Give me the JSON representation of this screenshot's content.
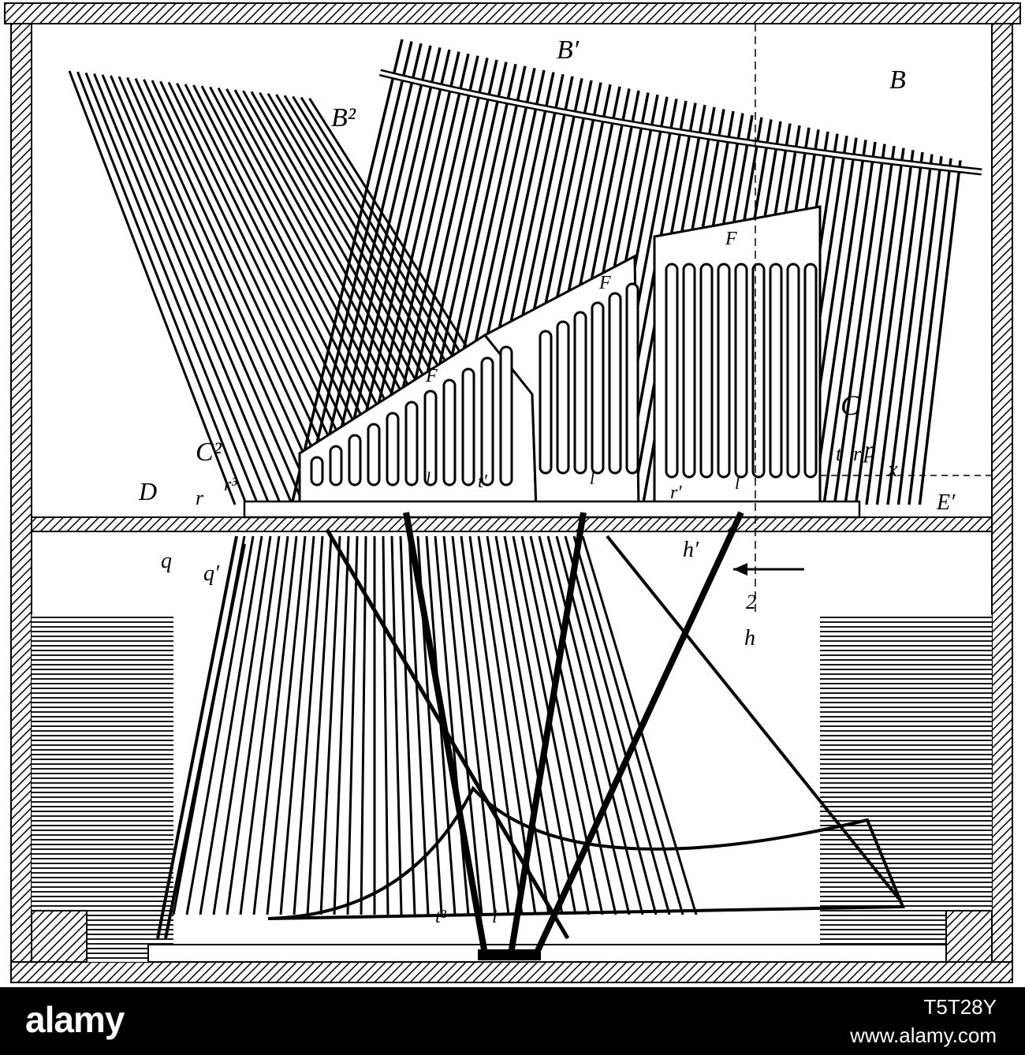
{
  "labels": {
    "B": "B",
    "B_prime": "B′",
    "B2": "B²",
    "C": "C",
    "C2": "C²",
    "D": "D",
    "E_prime": "E′",
    "F": "F",
    "r": "r",
    "r3": "r³",
    "r_prime": "r′",
    "t": "t",
    "t_prime": "t′",
    "t2": "t²",
    "i": "i",
    "l": "l",
    "p": "p",
    "x": "x",
    "q": "q",
    "q_prime": "q′",
    "h": "h",
    "h_prime": "h′",
    "section_mark": "2"
  },
  "footer": {
    "brand": "alamy",
    "image_id": "T5T28Y",
    "url": "www.alamy.com"
  },
  "colors": {
    "ink": "#000000",
    "paper": "#ffffff",
    "footer_bg": "#000000",
    "footer_text": "#ffffff"
  }
}
